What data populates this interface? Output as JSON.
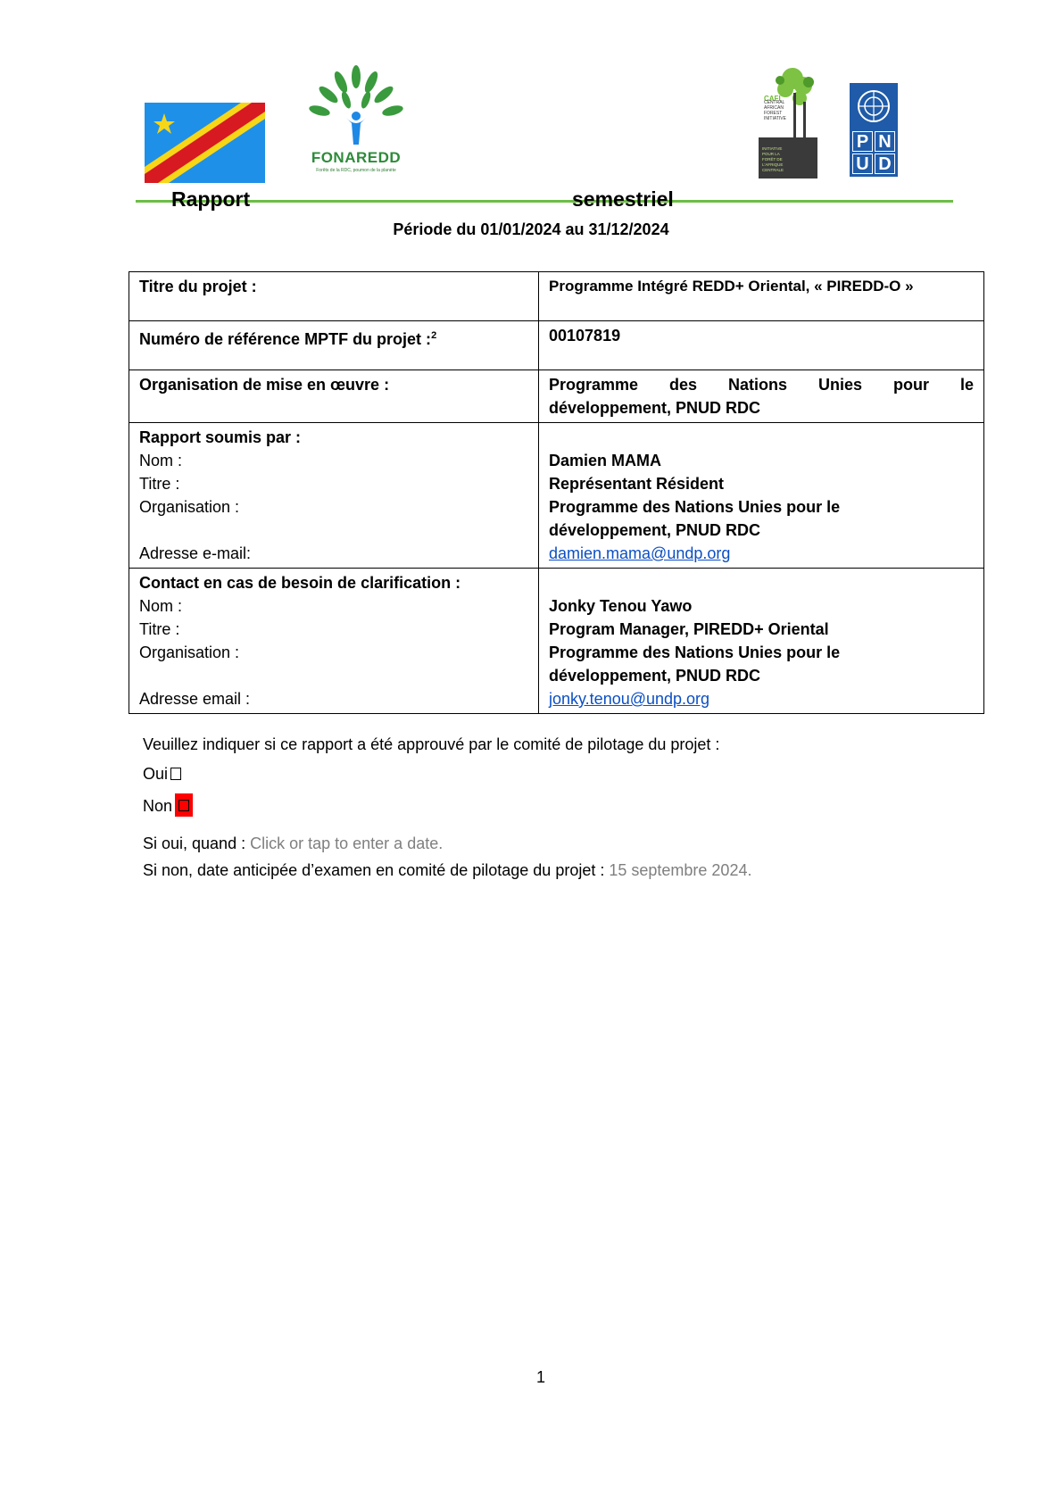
{
  "header": {
    "fonaredd_name": "FONAREDD",
    "fonaredd_tagline": "Forêts de la RDC, poumon de la planète",
    "cafi_label": "CAFI",
    "cafi_subtitle": "CENTRAL AFRICAN FOREST INITIATIVE",
    "cafi_fr": "INITIATIVE POUR LA FORÊT DE L'AFRIQUE CENTRALE",
    "pnud_letters": [
      "P",
      "N",
      "U",
      "D"
    ]
  },
  "title": {
    "word1": "Rapport",
    "word2": "semestriel",
    "periode": "Période du 01/01/2024 au 31/12/2024"
  },
  "table": {
    "row1": {
      "label": "Titre du projet :",
      "value": "Programme Intégré REDD+ Oriental, « PIREDD-O »"
    },
    "row2": {
      "label": "Numéro de référence MPTF du projet :",
      "sup": "2",
      "value": "00107819"
    },
    "row3": {
      "label": "Organisation de mise en œuvre :",
      "value_words": [
        "Programme",
        "des",
        "Nations",
        "Unies",
        "pour",
        "le"
      ],
      "value_line2": "développement, PNUD RDC"
    },
    "row4": {
      "header": "Rapport soumis par :",
      "nom_label": "Nom :",
      "titre_label": "Titre :",
      "org_label": "Organisation :",
      "email_label": "Adresse e-mail:",
      "nom": "Damien MAMA",
      "titre": "Représentant Résident",
      "org_line1": "Programme des Nations Unies pour le",
      "org_line2": "développement, PNUD RDC",
      "email": "damien.mama@undp.org"
    },
    "row5": {
      "header": "Contact en cas de besoin de clarification :",
      "nom_label": "Nom :",
      "titre_label": "Titre :",
      "org_label": "Organisation :",
      "email_label": "Adresse email :",
      "nom": "Jonky Tenou Yawo",
      "titre": "Program Manager, PIREDD+ Oriental",
      "org_line1": "Programme des Nations Unies pour le",
      "org_line2": "développement, PNUD RDC",
      "email": "jonky.tenou@undp.org"
    }
  },
  "approval": {
    "question": "Veuillez indiquer si ce rapport a été approuvé par le comité de pilotage du projet :",
    "oui": "Oui",
    "non": "Non",
    "si_oui_label": "Si oui, quand :",
    "si_oui_value": "Click or tap to enter a date.",
    "si_non_label": "Si non, date anticipée d’examen en comité de pilotage du projet :",
    "si_non_value": "15 septembre 2024."
  },
  "page_number": "1",
  "colors": {
    "flag_blue": "#1e90e8",
    "flag_red": "#d71921",
    "flag_yellow": "#f7d618",
    "fonaredd_green": "#2e8b3a",
    "title_line_green": "#6cbe45",
    "link_blue": "#0b4fc4",
    "placeholder_gray": "#7f7f7f",
    "pnud_blue": "#1f5ba8",
    "highlight_red": "#ff0000"
  }
}
